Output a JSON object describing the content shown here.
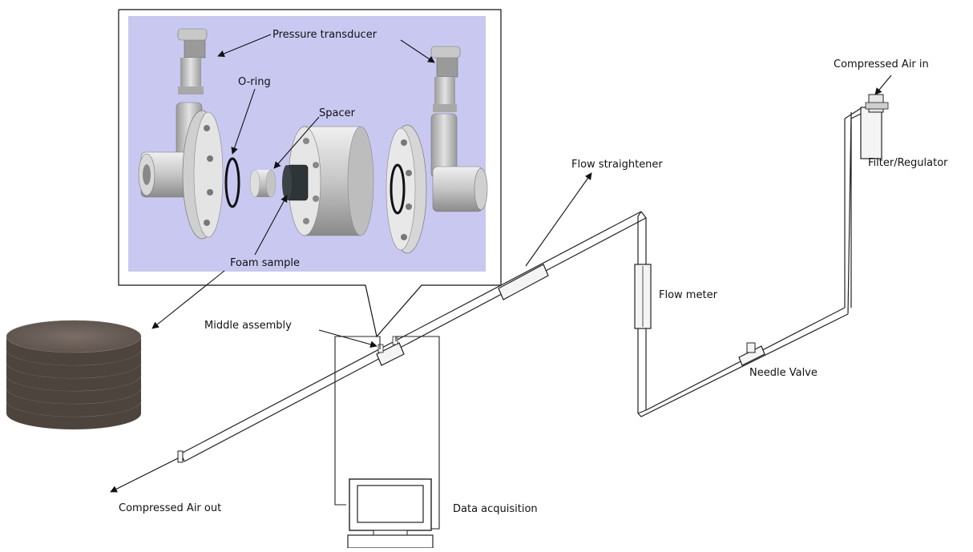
{
  "labels": {
    "pressure_transducer": "Pressure transducer",
    "o_ring": "O-ring",
    "spacer": "Spacer",
    "foam_sample": "Foam sample",
    "compressed_air_in": "Compressed Air in",
    "filter_regulator": "Filter/Regulator",
    "flow_straightener": "Flow straightener",
    "flow_meter": "Flow meter",
    "needle_valve": "Needle Valve",
    "middle_assembly": "Middle assembly",
    "compressed_air_out": "Compressed Air out",
    "data_acquisition": "Data acquisition"
  },
  "colors": {
    "inset_background": "#c9c8f0",
    "metal_light": "#e6e6e6",
    "metal_mid": "#b9b9b9",
    "metal_dark": "#8a8a8a",
    "foam": "#6e625a",
    "foam_dark": "#4d443e",
    "line": "#222222"
  }
}
